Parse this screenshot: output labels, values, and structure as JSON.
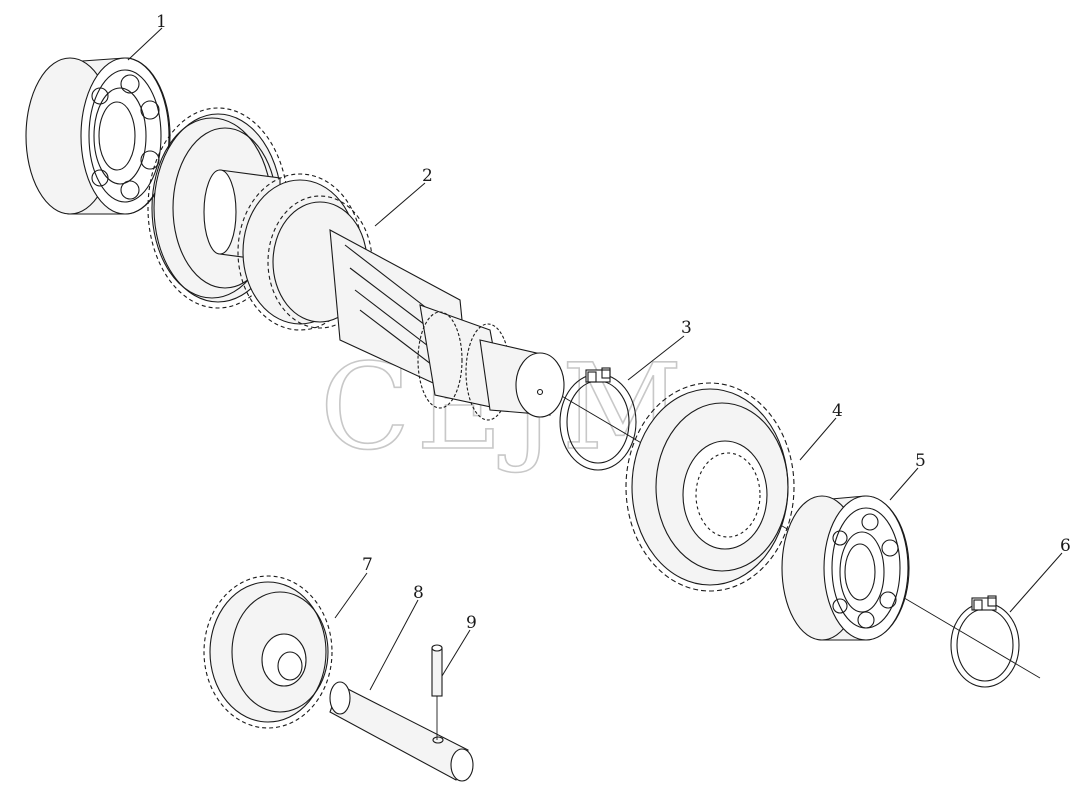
{
  "watermark": "CEJM",
  "callouts": [
    {
      "id": "1",
      "label": "1"
    },
    {
      "id": "2",
      "label": "2"
    },
    {
      "id": "3",
      "label": "3"
    },
    {
      "id": "4",
      "label": "4"
    },
    {
      "id": "5",
      "label": "5"
    },
    {
      "id": "6",
      "label": "6"
    },
    {
      "id": "7",
      "label": "7"
    },
    {
      "id": "8",
      "label": "8"
    },
    {
      "id": "9",
      "label": "9"
    }
  ]
}
